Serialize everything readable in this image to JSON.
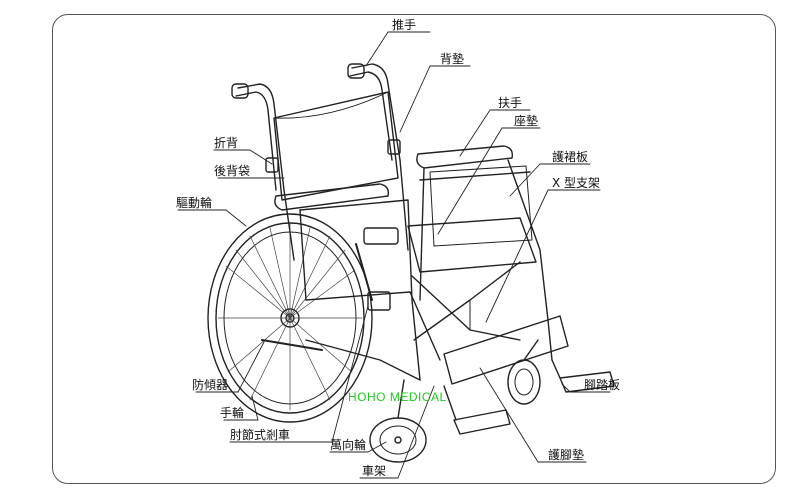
{
  "labels": {
    "push_handle": "推手",
    "back_pad": "背墊",
    "armrest": "扶手",
    "seat_pad": "座墊",
    "skirt_guard": "護裙板",
    "x_frame": "X 型支架",
    "folding_back": "折背",
    "rear_pocket": "後背袋",
    "drive_wheel": "驅動輪",
    "anti_tipper": "防傾器",
    "hand_rim": "手輪",
    "elbow_brake": "肘節式剎車",
    "caster": "萬向輪",
    "frame": "車架",
    "footrest": "腳踏板",
    "leg_pad": "護腳墊"
  },
  "watermark": "HOHO MEDICAL"
}
